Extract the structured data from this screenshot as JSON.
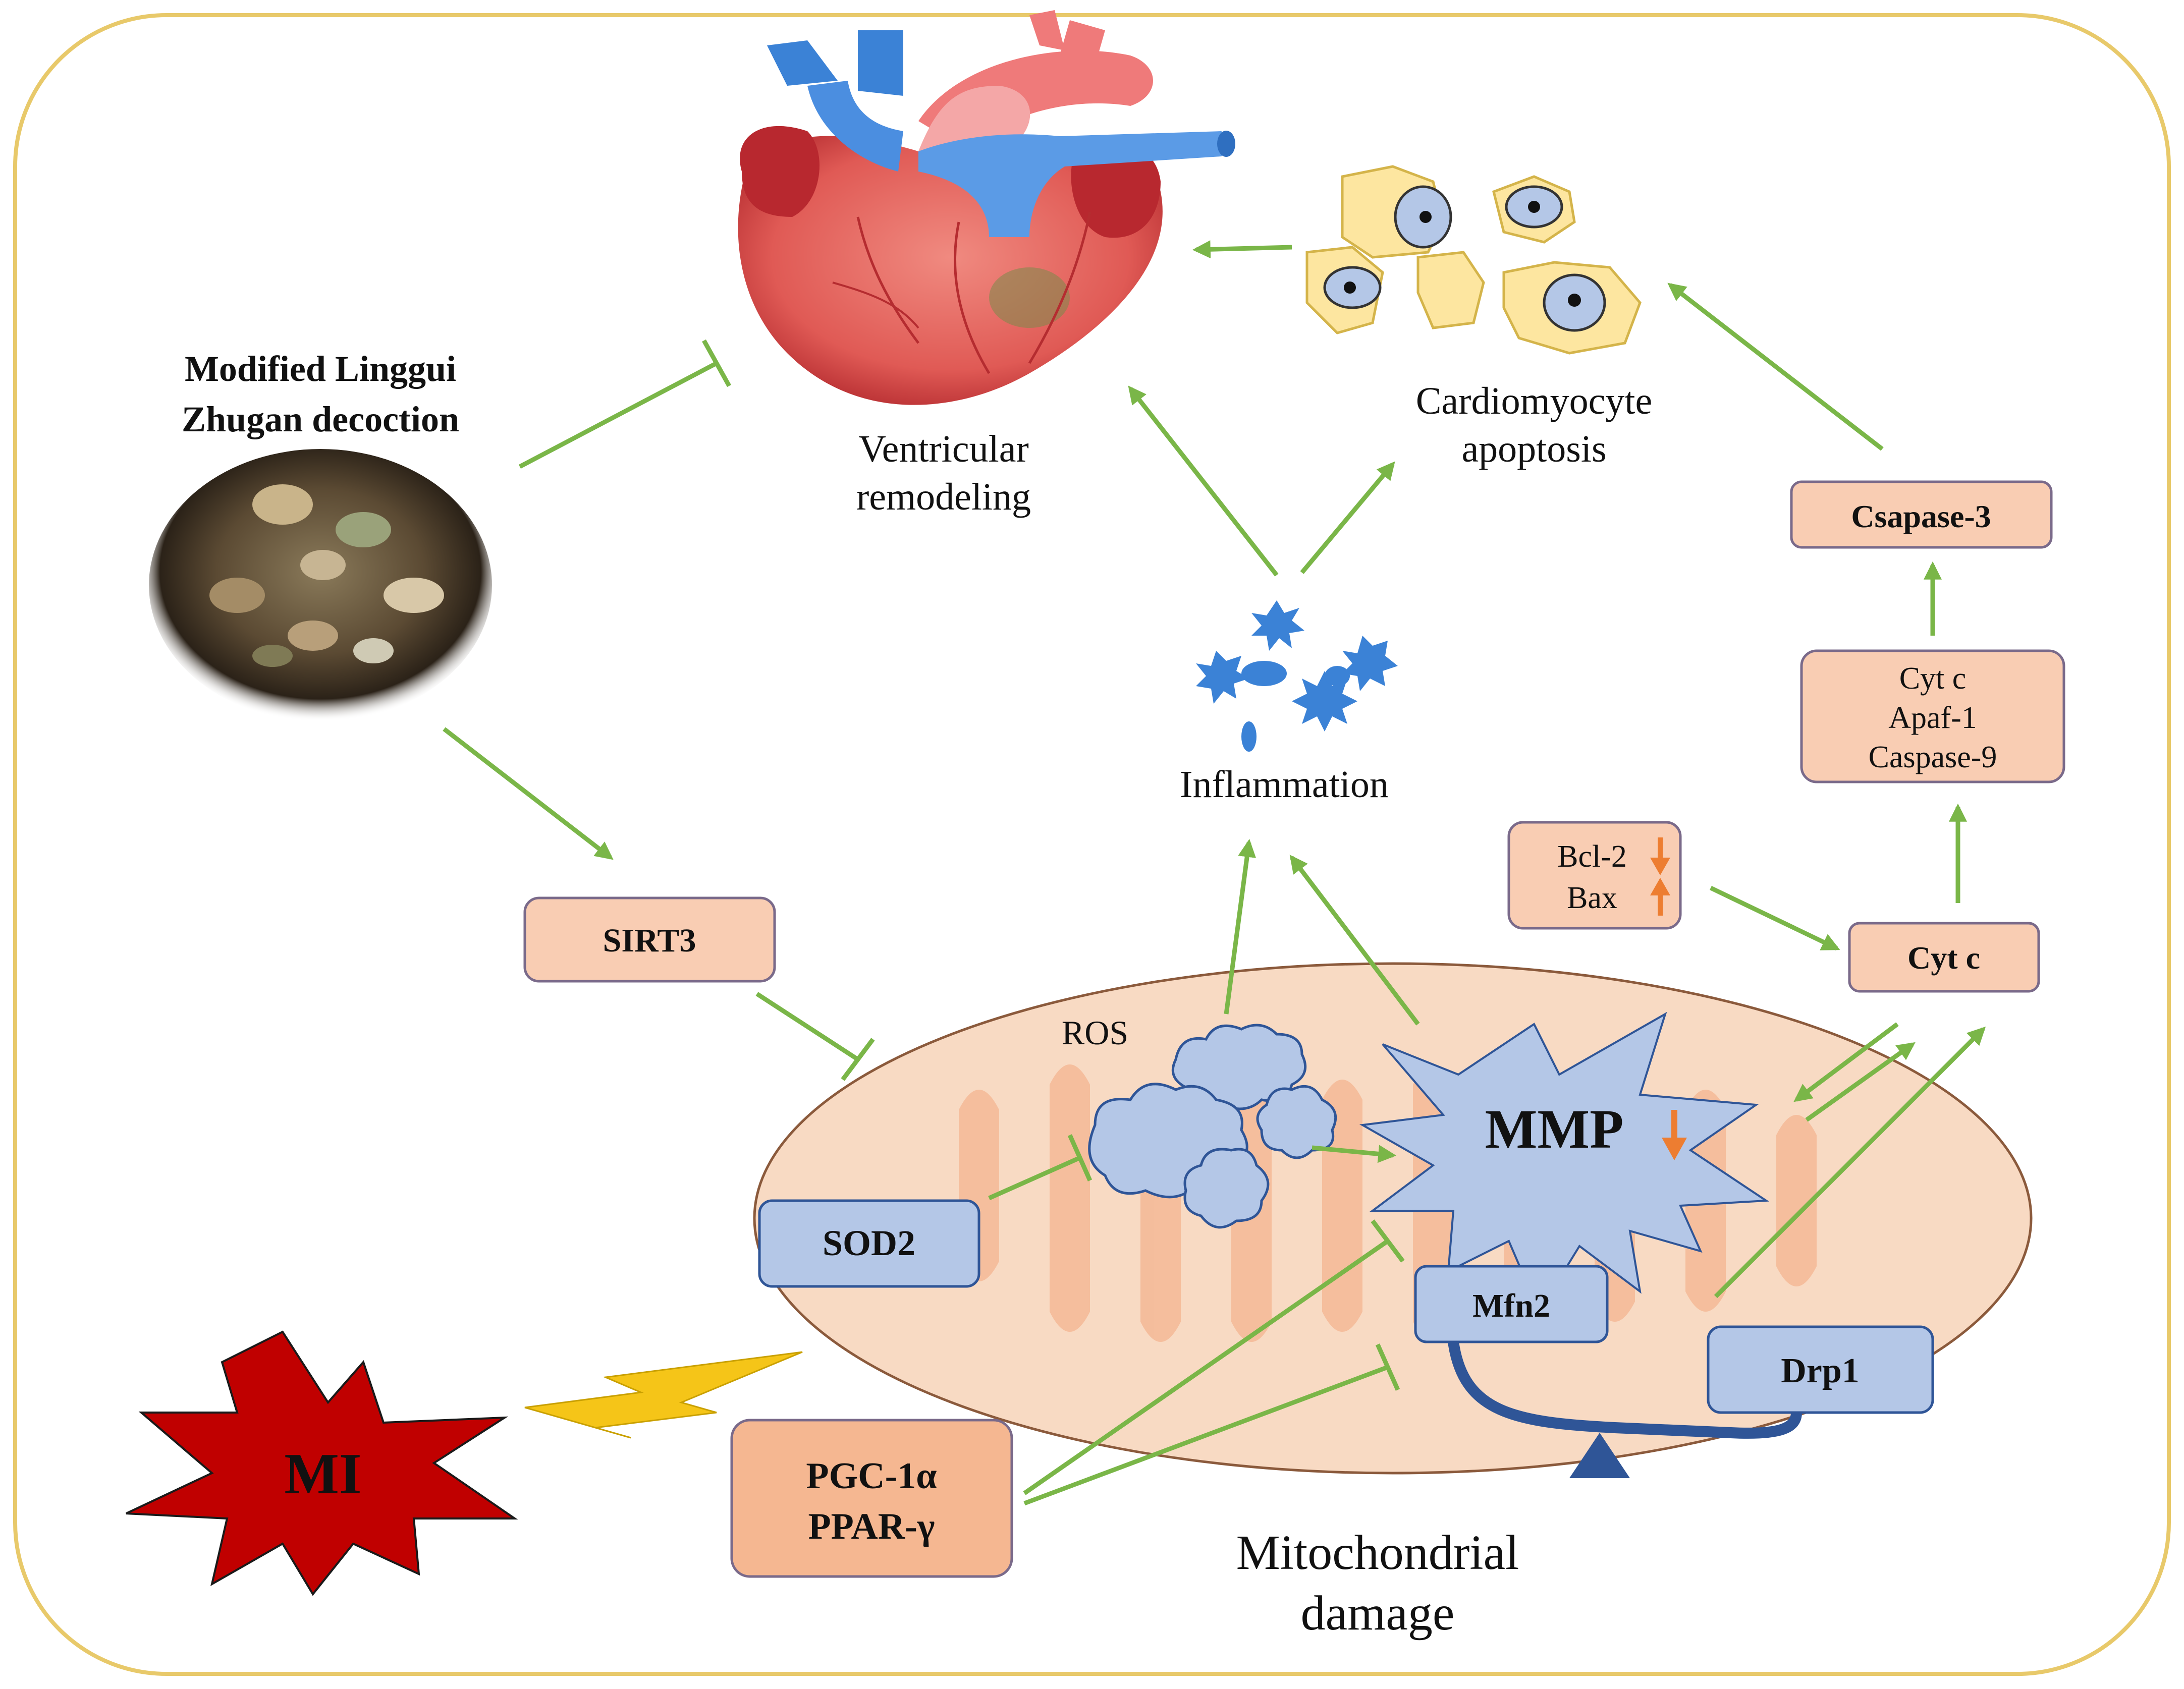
{
  "drug": {
    "line1": "Modified Linggui",
    "line2": "Zhugan decoction"
  },
  "outcomes": {
    "ventricular": {
      "line1": "Ventricular",
      "line2": "remodeling"
    },
    "apoptosis": {
      "line1": "Cardiomyocyte",
      "line2": "apoptosis"
    },
    "inflammation": "Inflammation"
  },
  "boxes": {
    "sirt3": "SIRT3",
    "sod2": "SOD2",
    "mfn2": "Mfn2",
    "drp1": "Drp1",
    "pgc1a": "PGC-1α",
    "pparg": "PPAR-γ",
    "csapase3": "Csapase-3",
    "cytc_top": "Cyt c",
    "apaf1": "Apaf-1",
    "caspase9": "Caspase-9",
    "bcl2": "Bcl-2",
    "bax": "Bax",
    "cytc_mid": "Cyt c"
  },
  "labels": {
    "ros": "ROS",
    "mmp": "MMP",
    "mi": "MI",
    "mito_line1": "Mitochondrial",
    "mito_line2": "damage"
  },
  "colors": {
    "frame": "#e8c96a",
    "arrow_green": "#7ab648",
    "peach_box": "#f9cdb3",
    "peach_box_dark": "#f5b791",
    "blue_box": "#b4c7e7",
    "mito_fill": "#f8dac3",
    "cristae": "#f4b896",
    "mmp_star": "#b4c7e7",
    "mi_star": "#c00000",
    "lightning": "#f5c518",
    "orange_arrow": "#ed7d31",
    "balance": "#2f5597"
  }
}
